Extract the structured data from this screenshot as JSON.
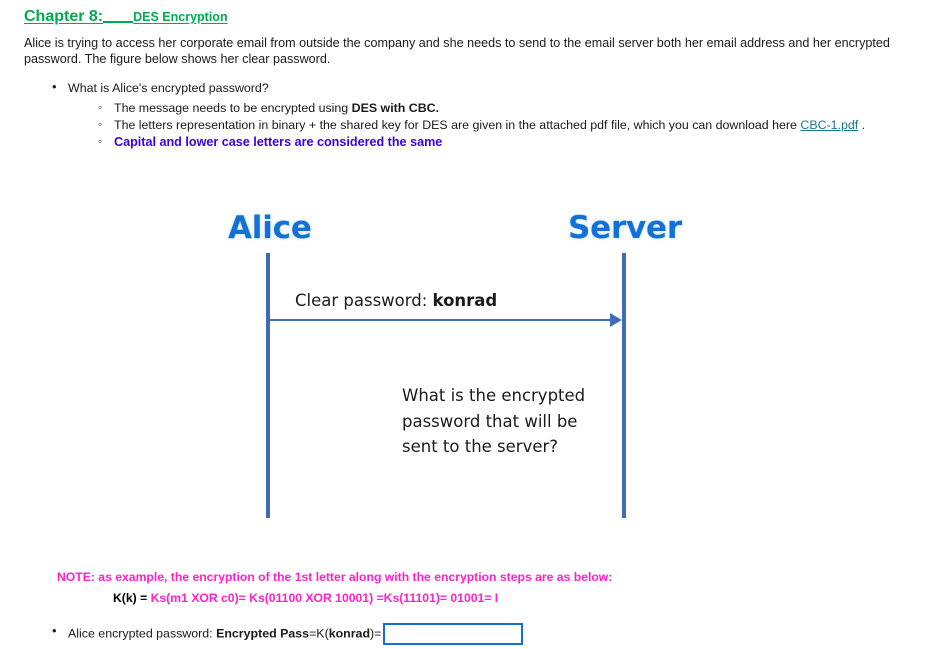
{
  "heading": {
    "main": "Chapter 8:",
    "sub": "DES Encryption",
    "color": "#00a94f"
  },
  "intro": "Alice is trying to access her corporate email from outside the company and she needs to send to the email server both her email address and her encrypted password. The figure below shows her clear password.",
  "question_bullet": {
    "label": "What is Alice's encrypted password?",
    "sub_items": [
      {
        "text_before": "The message needs to be encrypted using ",
        "bold": "DES with CBC.",
        "text_after": ""
      },
      {
        "text_before": "The letters representation in binary + the shared key for DES are given in the attached pdf file, which you can download here ",
        "link": "CBC-1.pdf",
        "link_color": "#16798e",
        "text_after": " ."
      },
      {
        "emphasis": "Capital and lower case letters are considered the same",
        "color": "#3a00e0"
      }
    ]
  },
  "diagram": {
    "actor_left": "Alice",
    "actor_right": "Server",
    "actor_color": "#1271d4",
    "lifeline_color": "#3f6cb5",
    "message": {
      "prefix": "Clear password: ",
      "value": "konrad"
    },
    "question_text": "What is the encrypted password that will be sent to the server?"
  },
  "note": {
    "line1": "NOTE: as example, the encryption of the 1st letter along with the encryption steps are as below:",
    "line1_color": "#ff22cc",
    "line2_black": "K(k) = ",
    "line2_magenta": "Ks(m1 XOR c0)= Ks(01100 XOR 10001) =Ks(11101)= 01001= I"
  },
  "answer": {
    "bullet_prefix": "Alice encrypted password: ",
    "bold_label": "Encrypted Pass",
    "equals_mid": "=K(",
    "bold_pass": "konrad",
    "equals_end": ")=",
    "input_value": "",
    "input_placeholder": "",
    "input_border_color": "#1570d0"
  }
}
